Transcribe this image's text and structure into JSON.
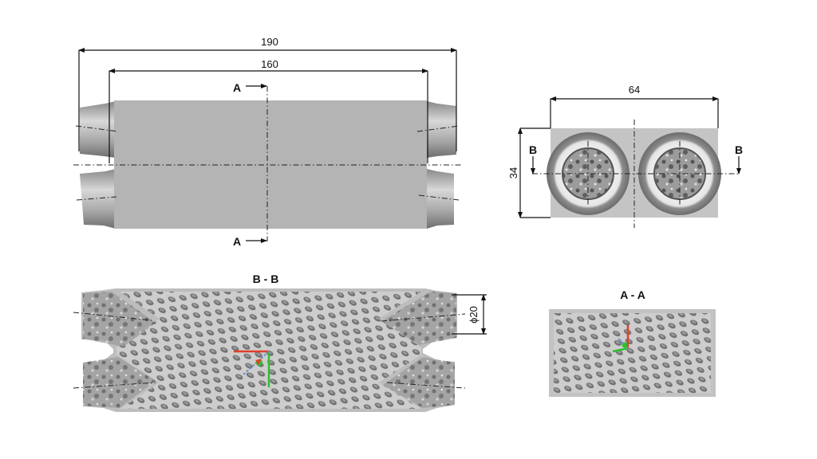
{
  "front_view": {
    "overall_length": "190",
    "core_length": "160",
    "section_label_top": "A",
    "section_label_bottom": "A"
  },
  "side_view": {
    "width": "64",
    "height": "34",
    "section_label_left": "B",
    "section_label_right": "B"
  },
  "section_bb": {
    "title": "B - B",
    "port_diameter": "ϕ20"
  },
  "section_aa": {
    "title": "A - A"
  },
  "colors": {
    "body": "#b4b4b4",
    "lattice_bg": "#c9c9c9",
    "lattice_hole": "#7a7a7a",
    "axis_x": "#e0402a",
    "axis_y": "#2fbf2f",
    "axis_z": "#6b8fd0"
  }
}
